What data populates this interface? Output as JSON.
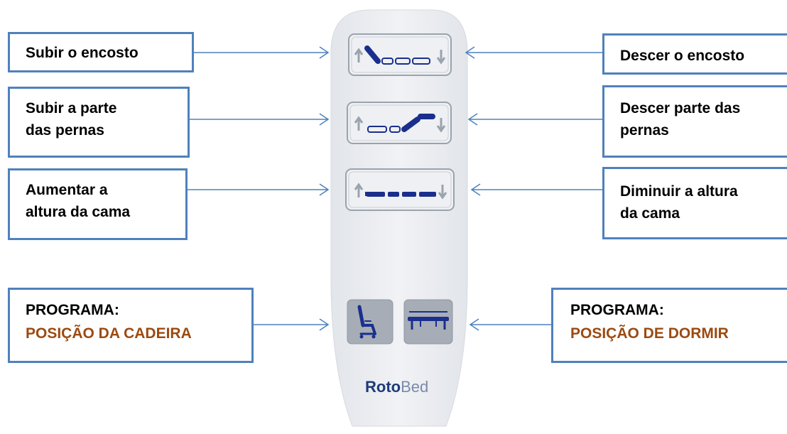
{
  "labels": {
    "backrest_up": "Subir o encosto",
    "backrest_down": "Descer o encosto",
    "legs_up_1": "Subir a parte",
    "legs_up_2": "das pernas",
    "legs_down_1": "Descer parte das",
    "legs_down_2": "pernas",
    "height_up_1": "Aumentar a",
    "height_up_2": "altura da cama",
    "height_down_1": "Diminuir a altura",
    "height_down_2": "da cama",
    "program_left_title": "PROGRAMA:",
    "program_left_name": "POSIÇÃO DA CADEIRA",
    "program_right_title": "PROGRAMA:",
    "program_right_name": "POSIÇÃO DE DORMIR"
  },
  "brand": {
    "bold": "Roto",
    "light": "Bed"
  },
  "icons": {
    "backrest": "backrest-adjust-icon",
    "legs": "leg-rest-adjust-icon",
    "height": "bed-height-adjust-icon",
    "chair": "chair-position-icon",
    "sleep": "sleep-position-icon"
  },
  "colors": {
    "box_border": "#4f81bd",
    "arrow": "#4f81bd",
    "program_name": "#9c4a10",
    "remote_body": "#eceef1",
    "button_icon": "#1a2f8c"
  }
}
